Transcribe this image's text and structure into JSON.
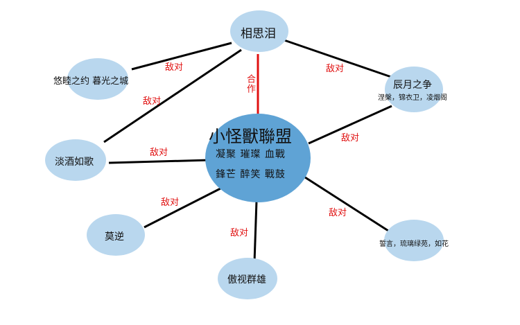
{
  "center": {
    "title": "小怪獸聯盟",
    "line1": "凝聚 璀璨 血戰",
    "line2": "鋒芒 醉笑 戰鼓"
  },
  "nodes": {
    "xiangsilei": "相思泪",
    "chenyue_title": "辰月之争",
    "chenyue_sub": "涅槃，锦衣卫，凌烟阁",
    "youmu": "悠睦之约 暮光之城",
    "danjiu": "淡酒如歌",
    "moni": "莫逆",
    "aoshi": "傲视群雄",
    "shiyan": "誓言，琉璃绿苑，如花"
  },
  "relations": {
    "coop": "合作",
    "enemy": "敌对"
  },
  "colors": {
    "center_fill": "#5fa3d5",
    "node_fill": "#b9d7ee",
    "line": "#000000",
    "coop_line": "#e01010",
    "label_red": "#e01010"
  }
}
